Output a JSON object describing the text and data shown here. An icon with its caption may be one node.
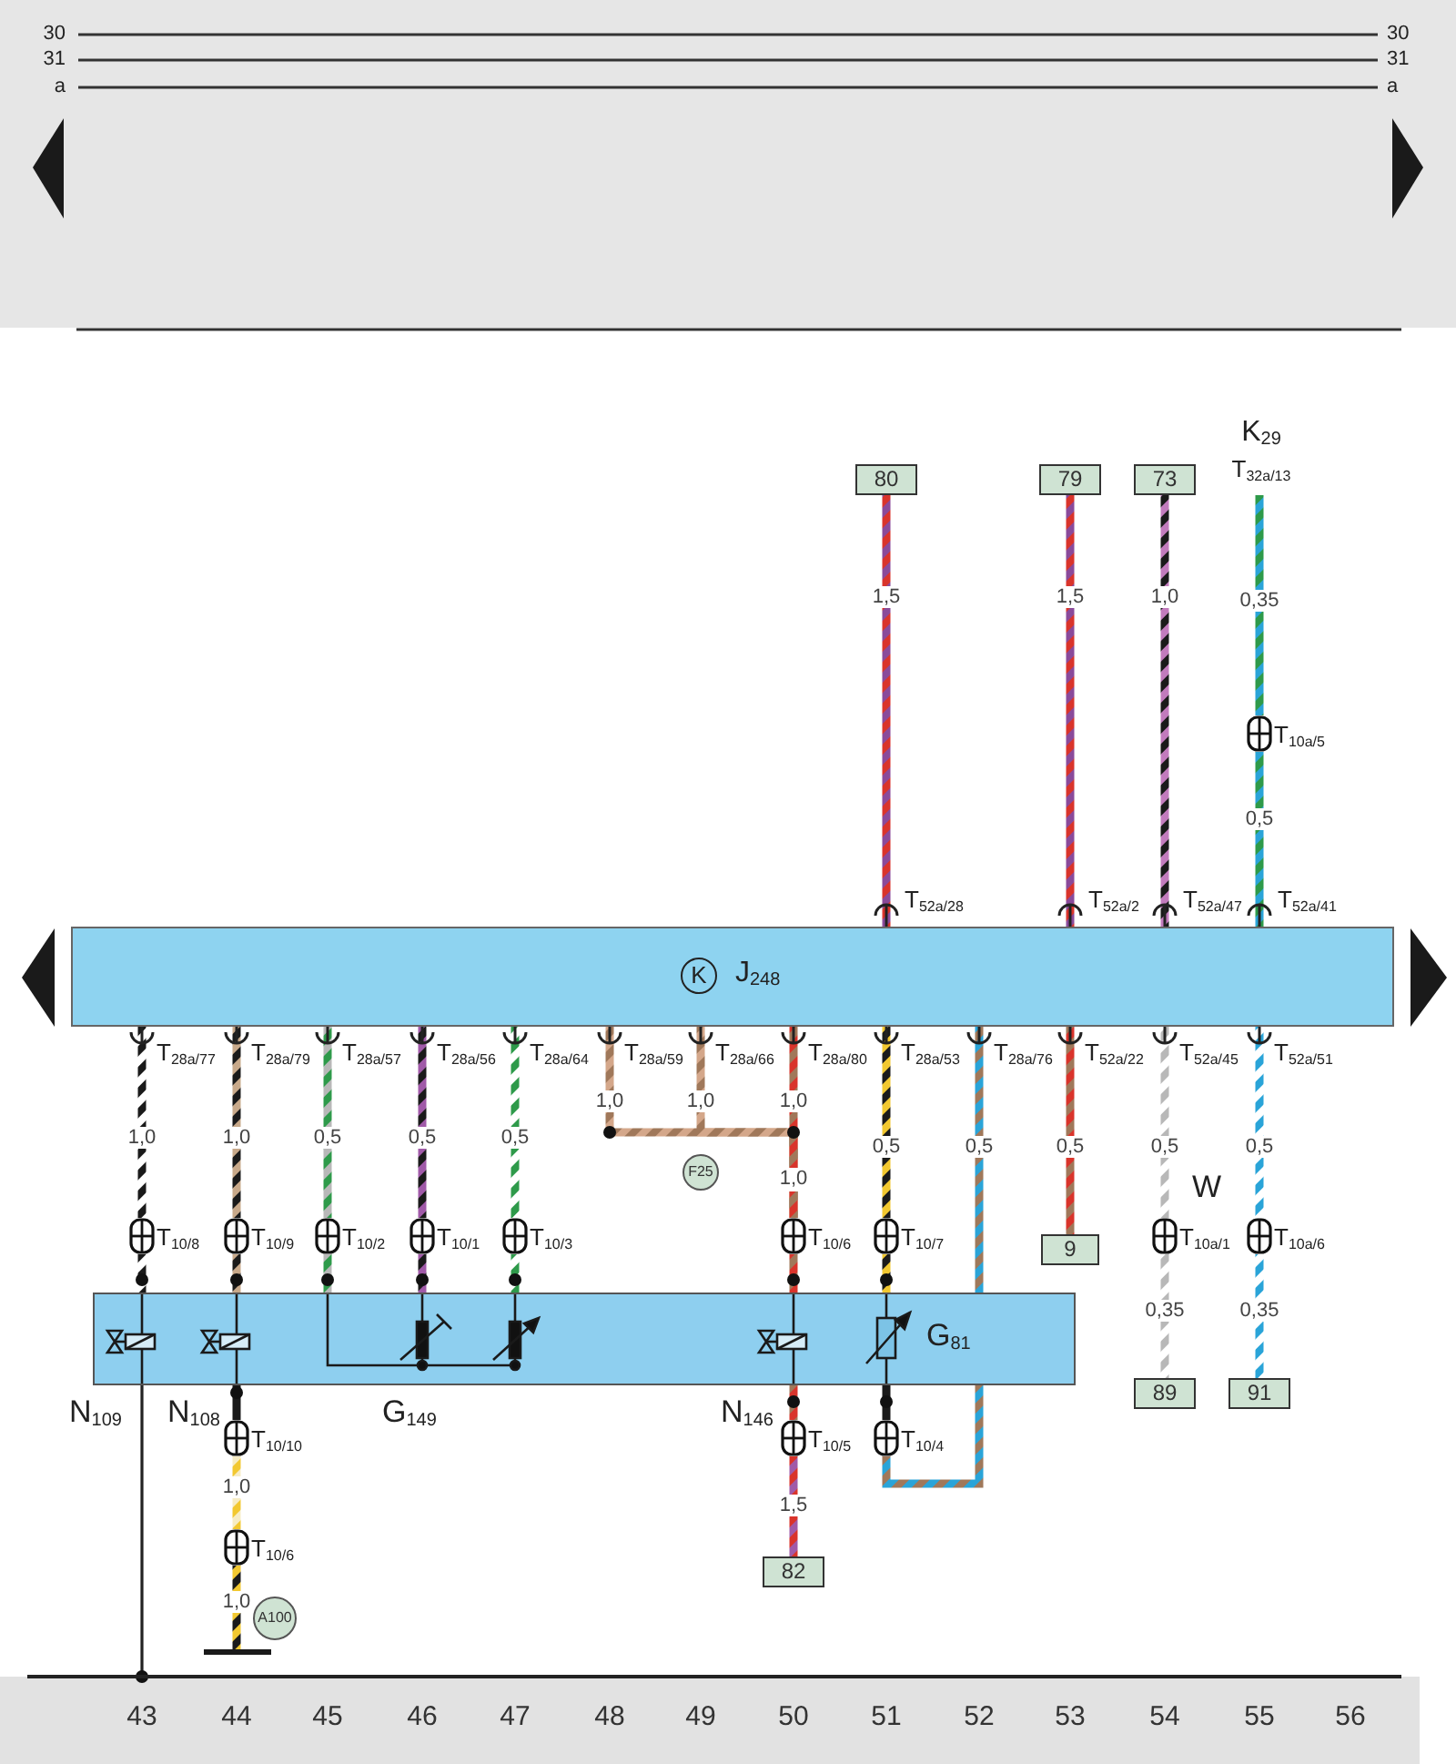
{
  "diagram": {
    "nodes": [
      {
        "text": [
          "80"
        ]
      },
      {
        "text": [
          "79"
        ]
      },
      {
        "text": [
          "73"
        ]
      },
      {
        "text": [
          "K$_{29}$",
          "T$_{32a/13}$"
        ]
      },
      {
        "text": [
          "T$_{10a/5}$"
        ]
      },
      {
        "text": [
          "K",
          "J$_{248}$"
        ]
      },
      {
        "text": [
          "F25"
        ]
      },
      {
        "text": [
          "T$_{10/8}$"
        ]
      },
      {
        "text": [
          "T$_{10/9}$"
        ]
      },
      {
        "text": [
          "T$_{10/2}$"
        ]
      },
      {
        "text": [
          "T$_{10/1}$"
        ]
      },
      {
        "text": [
          "T$_{10/3}$"
        ]
      },
      {
        "text": [
          "T$_{10/6}$"
        ]
      },
      {
        "text": [
          "T$_{10/7}$"
        ]
      },
      {
        "text": [
          "9"
        ]
      },
      {
        "text": [
          "T$_{10a/1}$"
        ]
      },
      {
        "text": [
          "T$_{10a/6}$"
        ]
      },
      {
        "text": [],
        "shape": "box"
      },
      {
        "text": [],
        "shape": "picture",
        "in": 17,
        "beside": [
          "N$_{109}$"
        ]
      },
      {
        "text": [],
        "shape": "picture",
        "in": 17,
        "beside": [
          "N$_{108}$"
        ]
      },
      {
        "text": [],
        "shape": "picture",
        "in": 17,
        "beside": [
          "G$_{149}$"
        ]
      },
      {
        "text": [],
        "shape": "picture",
        "in": 17,
        "beside": [
          "N$_{146}$"
        ]
      },
      {
        "text": [],
        "shape": "picture",
        "in": 17,
        "beside": [
          "G$_{81}$"
        ]
      },
      {
        "text": [
          "89"
        ]
      },
      {
        "text": [
          "91"
        ]
      },
      {
        "text": [
          "T$_{10/10}$"
        ]
      },
      {
        "text": [
          "T$_{10/5}$"
        ]
      },
      {
        "text": [
          "T$_{10/4}$"
        ]
      },
      {
        "text": [
          "T$_{10/6}$"
        ]
      },
      {
        "text": [
          "A100"
        ]
      },
      {
        "text": [
          "82"
        ]
      },
      {
        "text": [],
        "shape": "bar"
      },
      {
        "text": [],
        "shape": "bar"
      }
    ],
    "edges": [
      {
        "from": 0,
        "to": 5,
        "arrow": "none",
        "label": "1,5",
        "color": "#8a4a9a"
      },
      {
        "from": 1,
        "to": 5,
        "arrow": "none",
        "label": "1,5",
        "color": "#8a4a9a"
      },
      {
        "from": 2,
        "to": 5,
        "arrow": "none",
        "label": "1,0",
        "color": "#1a1a1a"
      },
      {
        "from": 3,
        "to": 4,
        "arrow": "none",
        "label": "0,35",
        "color": "#2aa4d8"
      },
      {
        "from": 4,
        "to": 5,
        "arrow": "none",
        "label": "0,5",
        "color": "#2aa4d8"
      },
      {
        "from": 5,
        "to": 7,
        "arrow": "none",
        "label": "1,0",
        "color": "#1a1a1a"
      },
      {
        "from": 7,
        "to": 18,
        "arrow": "none",
        "color": "#1a1a1a"
      },
      {
        "from": 5,
        "to": 8,
        "arrow": "none",
        "label": "1,0",
        "color": "#1a1a1a"
      },
      {
        "from": 8,
        "to": 19,
        "arrow": "none",
        "color": "#1a1a1a"
      },
      {
        "from": 5,
        "to": 9,
        "arrow": "none",
        "label": "0,5",
        "color": "#b8b8b8"
      },
      {
        "from": 9,
        "to": 20,
        "arrow": "none",
        "color": "#b8b8b8"
      },
      {
        "from": 5,
        "to": 10,
        "arrow": "none",
        "label": "0,5",
        "color": "#1a1a1a"
      },
      {
        "from": 10,
        "to": 20,
        "arrow": "none",
        "color": "#1a1a1a"
      },
      {
        "from": 5,
        "to": 11,
        "arrow": "none",
        "label": "0,5",
        "color": "#2e9a4a"
      },
      {
        "from": 11,
        "to": 20,
        "arrow": "none",
        "color": "#2e9a4a"
      },
      {
        "from": 5,
        "to": 12,
        "arrow": "none",
        "label": "1,0",
        "color": "#a0785a"
      },
      {
        "from": 5,
        "to": 12,
        "arrow": "none",
        "label": "1,0",
        "color": "#a0785a"
      },
      {
        "from": 5,
        "to": 12,
        "arrow": "none",
        "label": "1,0",
        "color": "#a0785a"
      },
      {
        "from": 12,
        "to": 21,
        "arrow": "none",
        "color": "#a0785a"
      },
      {
        "from": 5,
        "to": 13,
        "arrow": "none",
        "label": "0,5",
        "color": "#f2c830"
      },
      {
        "from": 13,
        "to": 22,
        "arrow": "none",
        "color": "#f2c830"
      },
      {
        "from": 5,
        "to": 27,
        "arrow": "none",
        "label": "0,5",
        "color": "#a0785a"
      },
      {
        "from": 5,
        "to": 14,
        "arrow": "none",
        "label": "0,5",
        "color": "#a0785a"
      },
      {
        "from": 5,
        "to": 15,
        "arrow": "none",
        "label": "0,5",
        "color": "#b8b8b8"
      },
      {
        "from": 15,
        "to": 23,
        "arrow": "none",
        "label": "0,35",
        "color": "#b8b8b8"
      },
      {
        "from": 5,
        "to": 16,
        "arrow": "none",
        "label": "0,5",
        "color": "#2aa4d8"
      },
      {
        "from": 16,
        "to": 24,
        "arrow": "none",
        "label": "0,35",
        "color": "#2aa4d8"
      },
      {
        "from": 18,
        "to": 32,
        "arrow": "none",
        "color": "#222222"
      },
      {
        "from": 19,
        "to": 25,
        "arrow": "none",
        "color": "#1a1a1a"
      },
      {
        "from": 25,
        "to": 28,
        "arrow": "none",
        "label": "1,0",
        "color": "#f2c830"
      },
      {
        "from": 28,
        "to": 31,
        "arrow": "none",
        "label": "1,0",
        "color": "#f2c830"
      },
      {
        "from": 21,
        "to": 26,
        "arrow": "none",
        "color": "#a0785a"
      },
      {
        "from": 26,
        "to": 30,
        "arrow": "none",
        "label": "1,5",
        "color": "#a05aa8"
      },
      {
        "from": 22,
        "to": 27,
        "arrow": "none",
        "color": "#1a1a1a"
      }
    ],
    "labels": [
      "30",
      "30",
      "31",
      "31",
      "a",
      "a",
      "T$_{52a/28}$",
      "T$_{52a/2}$",
      "T$_{52a/47}$",
      "T$_{52a/41}$",
      "T$_{28a/77}$",
      "T$_{28a/79}$",
      "T$_{28a/57}$",
      "T$_{28a/56}$",
      "T$_{28a/64}$",
      "T$_{28a/59}$",
      "T$_{28a/66}$",
      "T$_{28a/80}$",
      "T$_{28a/53}$",
      "T$_{28a/76}$",
      "T$_{52a/22}$",
      "T$_{52a/45}$",
      "T$_{52a/51}$",
      "1,0",
      "W",
      "43",
      "44",
      "45",
      "46",
      "47",
      "48",
      "49",
      "50",
      "51",
      "52",
      "53",
      "54",
      "55",
      "56"
    ]
  }
}
